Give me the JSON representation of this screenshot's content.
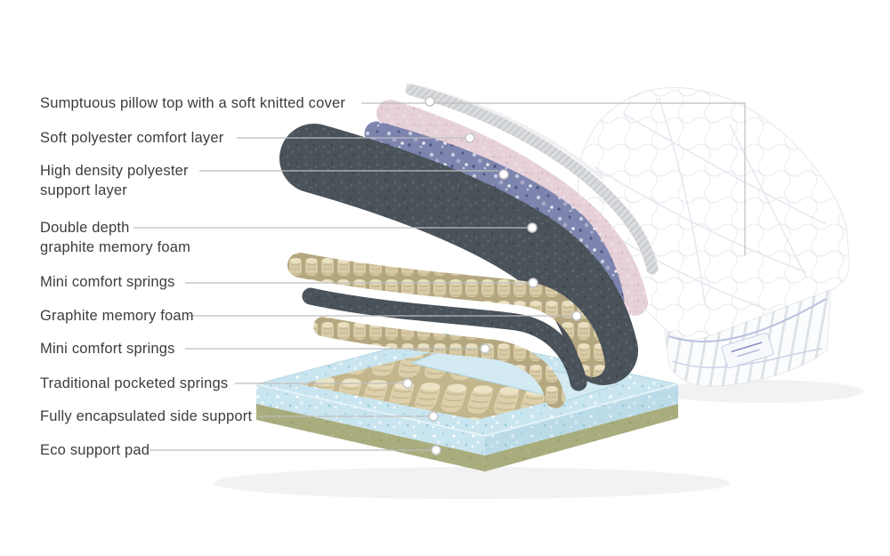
{
  "diagram": {
    "type": "labeled-cutaway",
    "subject": "mattress layer construction",
    "labels": [
      {
        "text": "Sumptuous pillow top with a soft knitted cover"
      },
      {
        "text": "Soft polyester comfort layer"
      },
      {
        "text": "High density polyester\nsupport layer"
      },
      {
        "text": "Double depth\ngraphite memory foam"
      },
      {
        "text": "Mini comfort springs"
      },
      {
        "text": "Graphite memory foam"
      },
      {
        "text": "Mini comfort springs"
      },
      {
        "text": "Traditional pocketed springs"
      },
      {
        "text": "Fully encapsulated side support"
      },
      {
        "text": "Eco support pad"
      }
    ],
    "colors": {
      "text": "#3c3c3c",
      "leader_line": "#bdbdbd",
      "pillow_white": "#ffffff",
      "knit_cover_gray": "#d9dbdd",
      "comfort_pink": "#e7d1d9",
      "support_blue": "#7d84ae",
      "graphite_gray": "#4a525a",
      "spring_tan": "#d8cba6",
      "side_support_blue": "#c9e5ef",
      "eco_green": "#a9ad7e"
    }
  }
}
